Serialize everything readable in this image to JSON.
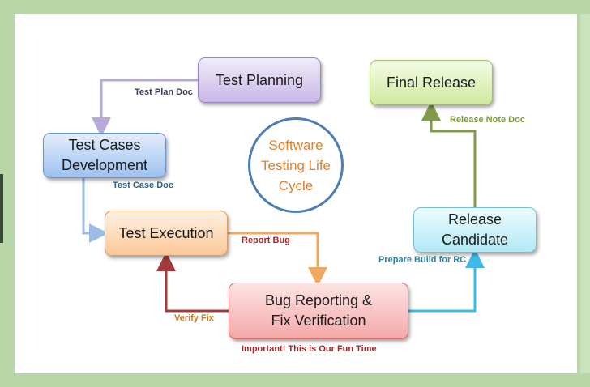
{
  "title": "Software\nTesting Life\nCycle",
  "phases": {
    "test_planning": "Test Planning",
    "test_cases_development": "Test Cases\nDevelopment",
    "test_execution": "Test Execution",
    "bug_reporting": "Bug Reporting &\nFix Verification",
    "release_candidate": "Release\nCandidate",
    "final_release": "Final Release"
  },
  "labels": {
    "test_plan_doc": "Test Plan Doc",
    "test_case_doc": "Test Case Doc",
    "report_bug": "Report Bug",
    "verify_fix": "Verify Fix",
    "important": "Important! This is Our Fun Time",
    "prepare_build": "Prepare Build  for RC",
    "release_note_doc": "Release  Note Doc"
  },
  "colors": {
    "background": "#b7d7a8",
    "planning_arrow": "#b8a9d9",
    "case_arrow": "#9dbbe6",
    "report_arrow": "#f0a860",
    "verify_arrow": "#a33a3a",
    "rc_arrow": "#3fb9e6",
    "release_arrow": "#7f9a4a"
  }
}
